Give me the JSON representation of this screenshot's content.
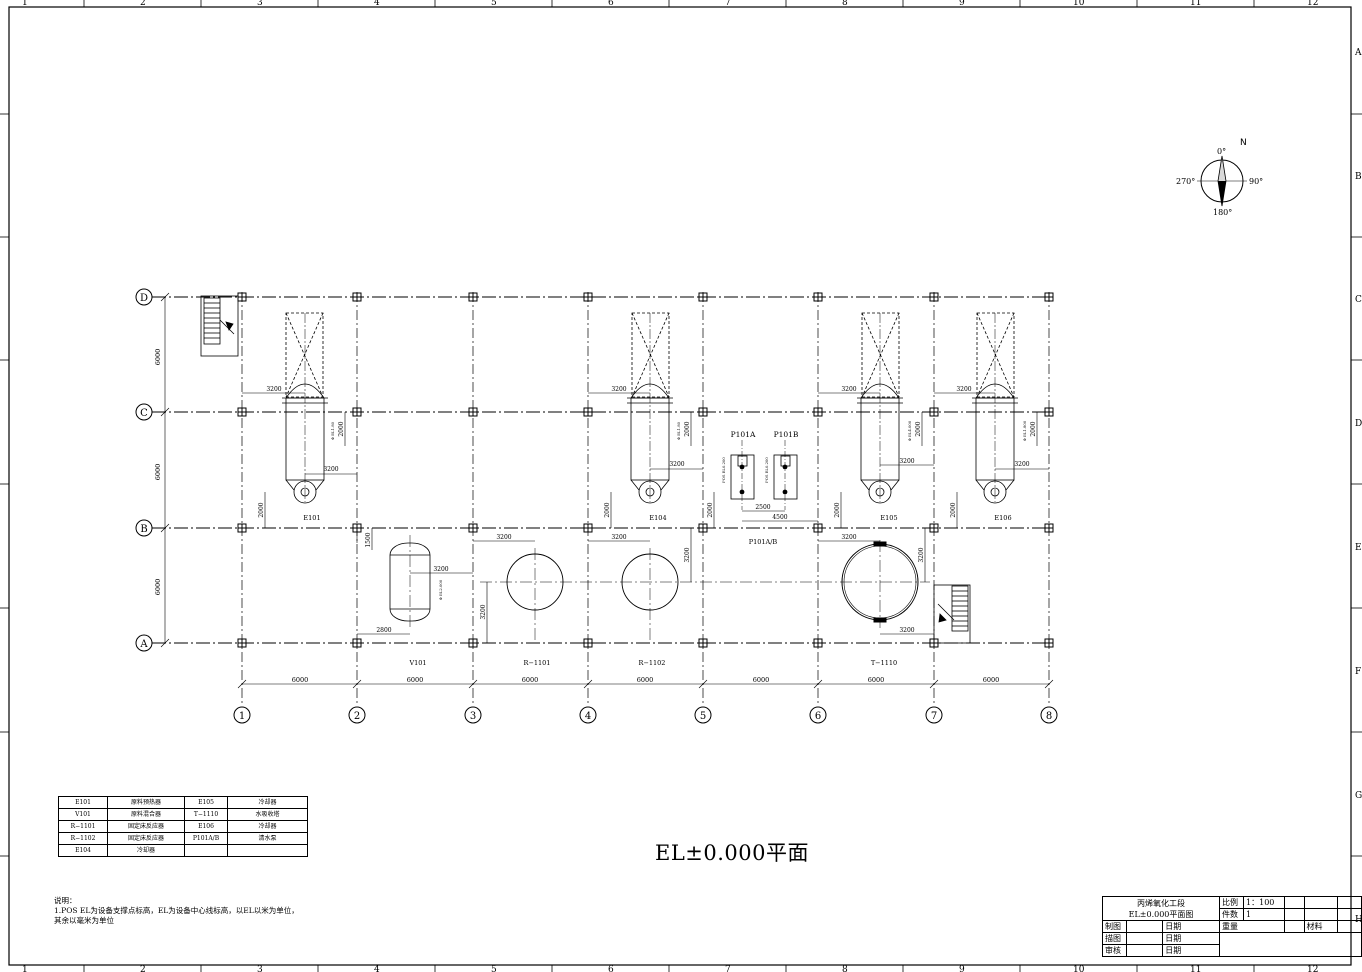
{
  "border": {
    "col_numbers": [
      "1",
      "2",
      "3",
      "4",
      "5",
      "6",
      "7",
      "8",
      "9",
      "10",
      "11",
      "12"
    ],
    "row_letters": [
      "A",
      "B",
      "C",
      "D",
      "E",
      "F",
      "G",
      "H"
    ]
  },
  "compass": {
    "north": "N",
    "deg0": "0°",
    "deg90": "90°",
    "deg180": "180°",
    "deg270": "270°"
  },
  "grid": {
    "columns": [
      "1",
      "2",
      "3",
      "4",
      "5",
      "6",
      "7",
      "8"
    ],
    "rows": [
      "D",
      "C",
      "B",
      "A"
    ],
    "bay_dims": [
      "6000",
      "6000",
      "6000",
      "6000",
      "6000",
      "6000",
      "6000"
    ],
    "row_dims": [
      "6000",
      "6000",
      "6000"
    ]
  },
  "equipment_labels": {
    "e101": "E101",
    "e104": "E104",
    "e105": "E105",
    "e106": "E106",
    "v101": "V101",
    "r1101": "R−1101",
    "r1102": "R−1102",
    "t1110": "T−1110",
    "p101a": "P101A",
    "p101b": "P101B",
    "p101ab": "P101A/B"
  },
  "dims": {
    "d3200": "3200",
    "d2000": "2000",
    "d1500": "1500",
    "d2800": "2800",
    "d2500": "2500",
    "d4500": "4500"
  },
  "elev_tags": {
    "hx": "Φ EL1.80",
    "v": "Φ EL2.000",
    "pump": "POS EL0.200",
    "e105": "Φ EL4.000",
    "e106": "Φ EL1.800"
  },
  "legend": [
    [
      "E101",
      "原料预热器",
      "E105",
      "冷却器"
    ],
    [
      "V101",
      "原料混合器",
      "T−1110",
      "水吸收塔"
    ],
    [
      "R−1101",
      "固定床反应器",
      "E106",
      "冷却器"
    ],
    [
      "R−1102",
      "固定床反应器",
      "P101A/B",
      "清水泵"
    ],
    [
      "E104",
      "冷却器",
      "",
      ""
    ]
  ],
  "plan_title": "EL±0.000平面",
  "notes": {
    "heading": "说明：",
    "line1": "1.POS EL为设备支撑点标高，EL为设备中心线标高，以EL以米为单位，",
    "line2": "其余以毫米为单位"
  },
  "title_block": {
    "project": "丙烯氧化工段",
    "drawing": "EL±0.000平面图",
    "scale_label": "比例",
    "scale_value": "1：100",
    "count_label": "件数",
    "count_value": "1",
    "weight_label": "重量",
    "material_label": "材料",
    "drawn_label": "制图",
    "traced_label": "描图",
    "checked_label": "审核",
    "date_label": "日期"
  }
}
